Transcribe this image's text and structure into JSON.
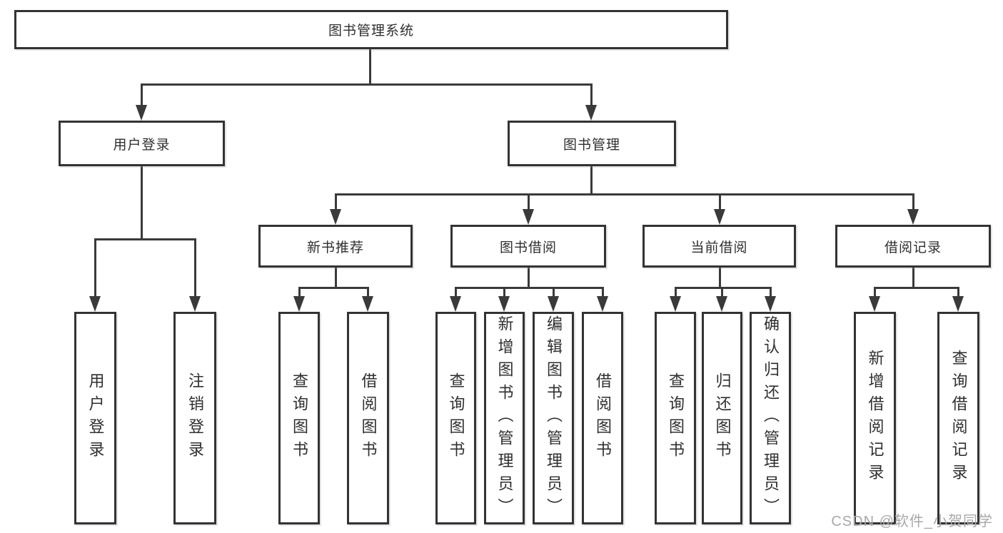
{
  "tree": {
    "label": "图书管理系统",
    "children": [
      {
        "label": "用户登录",
        "children": [
          {
            "label": "用户登录"
          },
          {
            "label": "注销登录"
          }
        ]
      },
      {
        "label": "图书管理",
        "children": [
          {
            "label": "新书推荐",
            "children": [
              {
                "label": "查询图书"
              },
              {
                "label": "借阅图书"
              }
            ]
          },
          {
            "label": "图书借阅",
            "children": [
              {
                "label": "查询图书"
              },
              {
                "label": "新增图书（管理员）"
              },
              {
                "label": "编辑图书（管理员）"
              },
              {
                "label": "借阅图书"
              }
            ]
          },
          {
            "label": "当前借阅",
            "children": [
              {
                "label": "查询图书"
              },
              {
                "label": "归还图书"
              },
              {
                "label": "确认归还（管理员）"
              }
            ]
          },
          {
            "label": "借阅记录",
            "children": [
              {
                "label": "新增借阅记录"
              },
              {
                "label": "查询借阅记录"
              }
            ]
          }
        ]
      }
    ]
  },
  "watermark": {
    "text": "CSDN @软件_小贺同学"
  },
  "colors": {
    "line": "#3a3a3a",
    "box_border": "#333333",
    "box_background": "#ffffff",
    "text": "#2f2f2f",
    "watermark": "#a8a8a8",
    "page_background": "#ffffff"
  }
}
